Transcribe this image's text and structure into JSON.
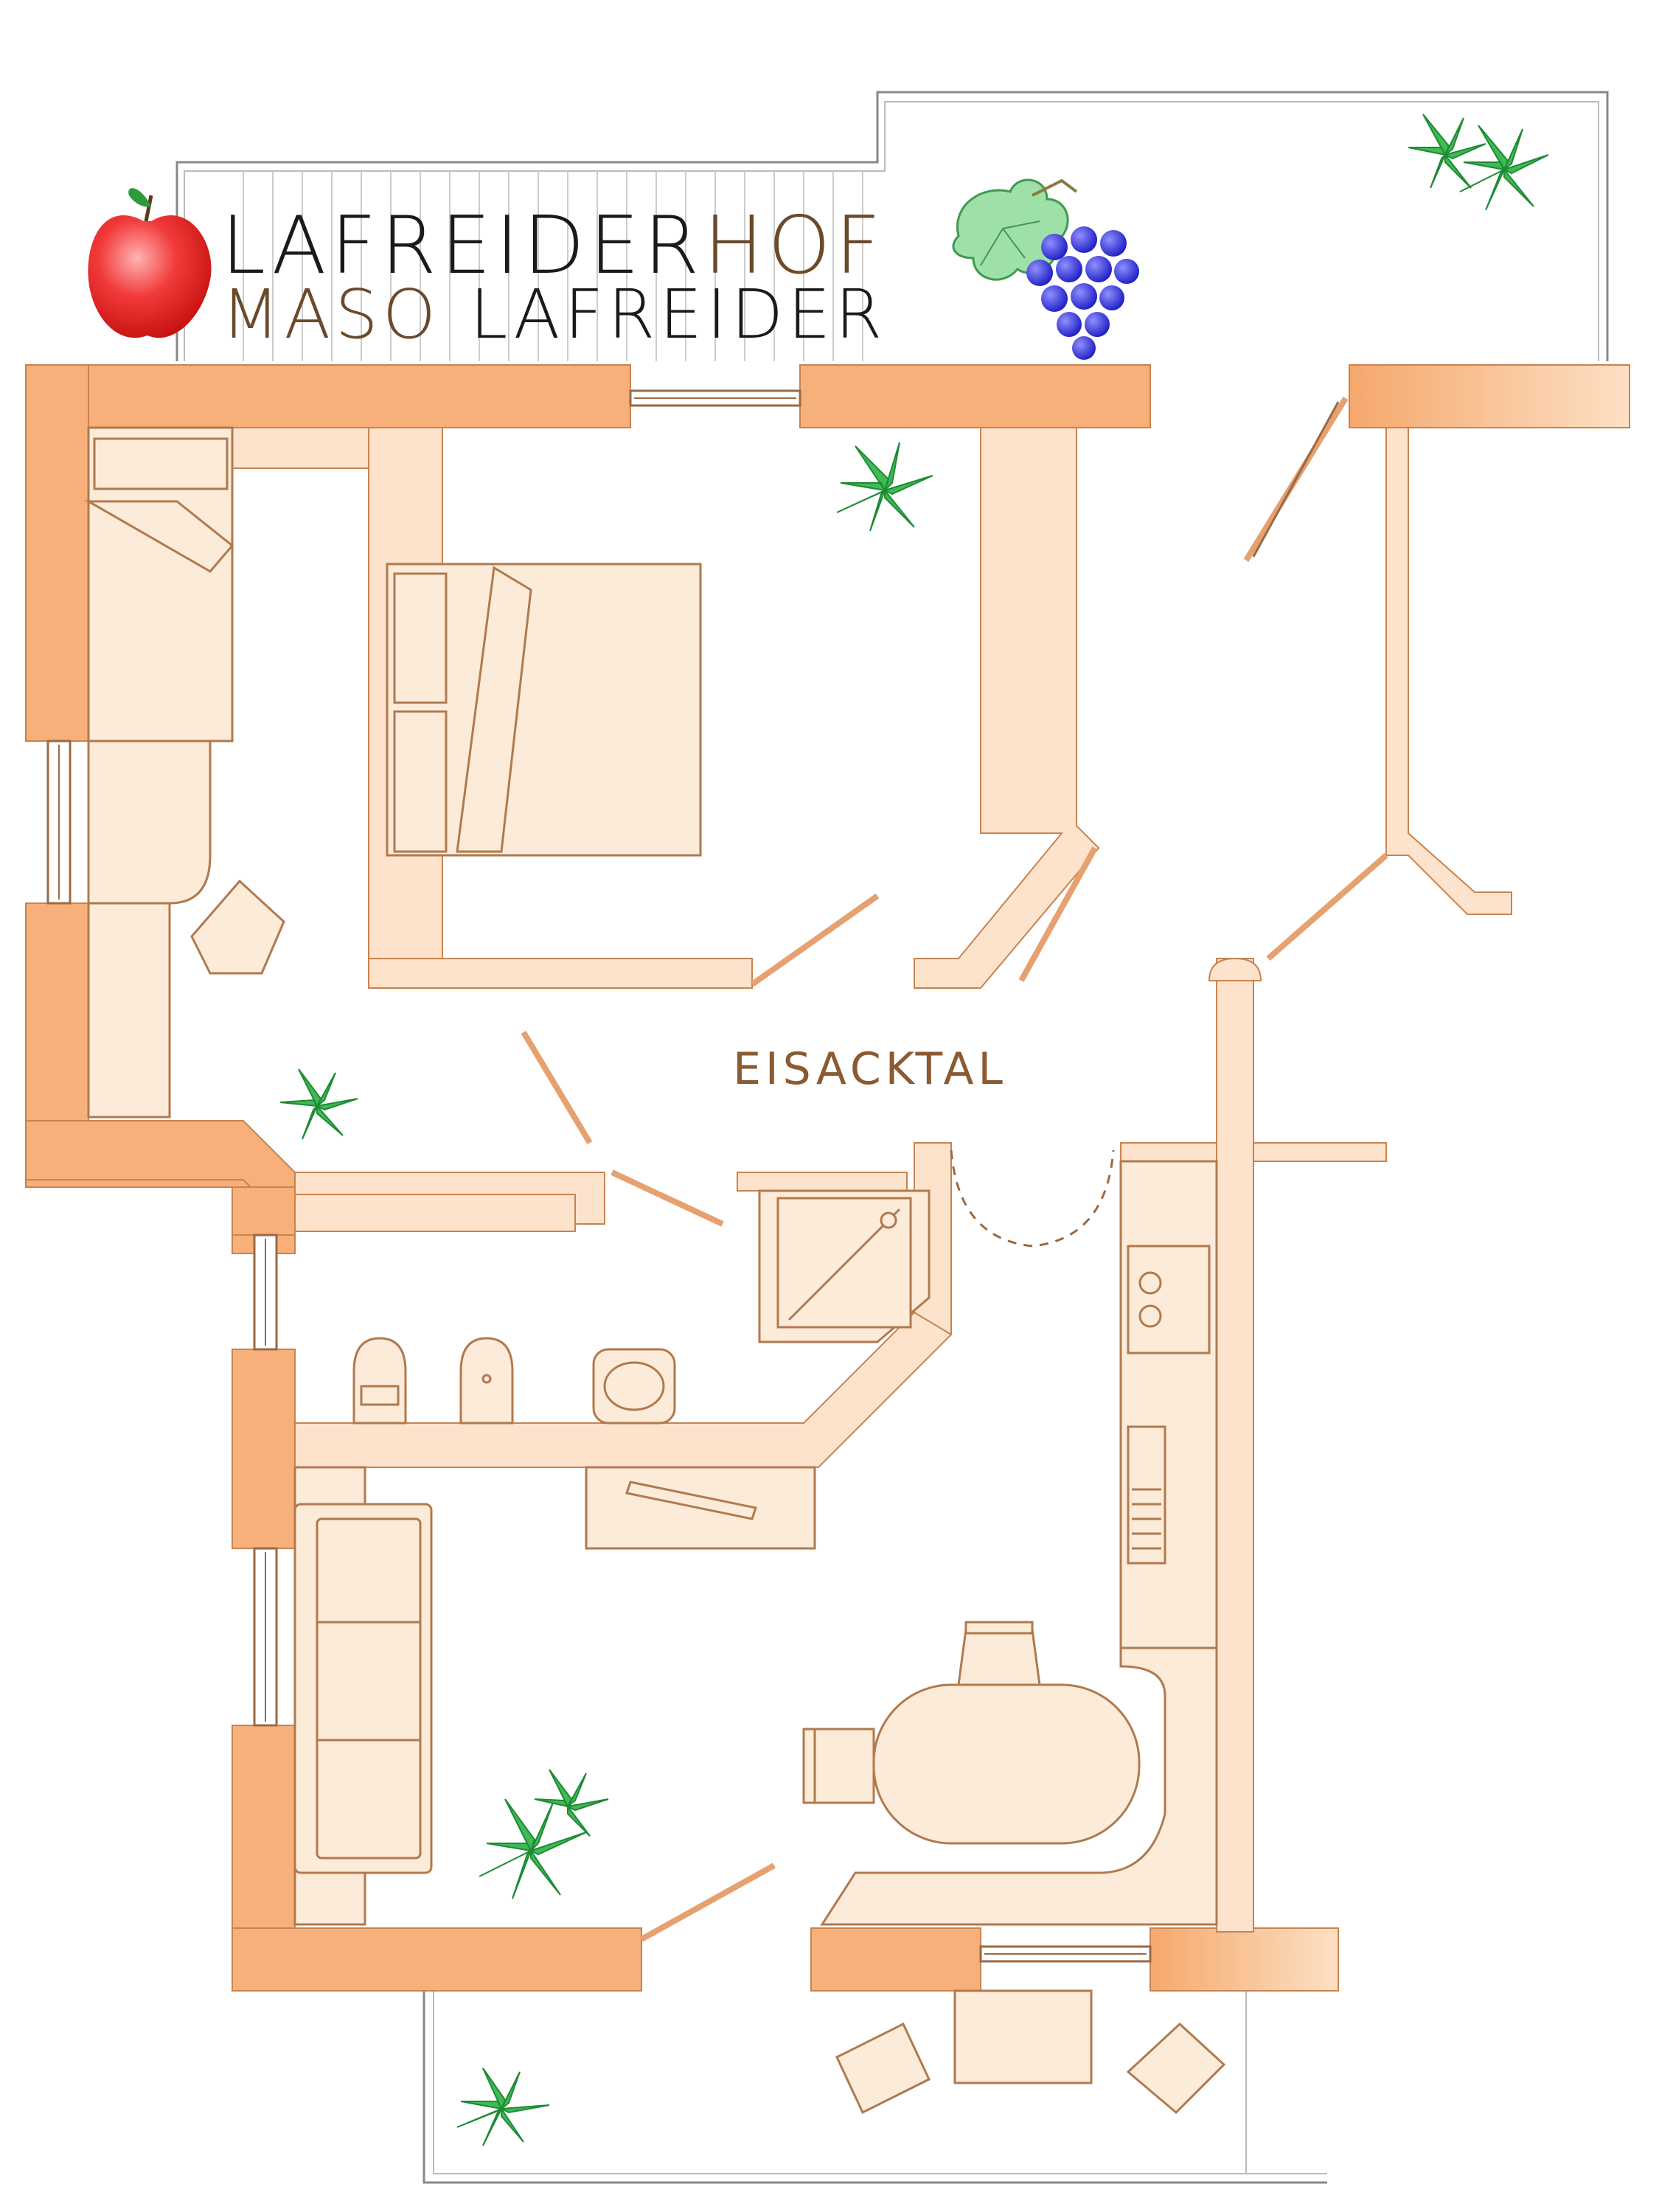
{
  "logo": {
    "line1_part1": "LAFREIDER",
    "line1_part2": "HOF",
    "line2_part1": "MASO",
    "line2_part2": "LAFREIDER",
    "icons": [
      "apple-icon",
      "grape-leaf-icon",
      "grape-cluster-icon"
    ]
  },
  "rooms": [
    {
      "label": "EISACKTAL"
    }
  ],
  "colors": {
    "wall": "#f7b07a",
    "wall_light": "#fde3cc",
    "furniture": "#fdebd9",
    "outline": "#a86a3a",
    "text_dark": "#1a1a1a",
    "text_brown": "#6b4a2c",
    "label": "#8a5a32",
    "apple": "#e32424",
    "grape": "#2a2ad8",
    "plant": "#2fae4a"
  }
}
